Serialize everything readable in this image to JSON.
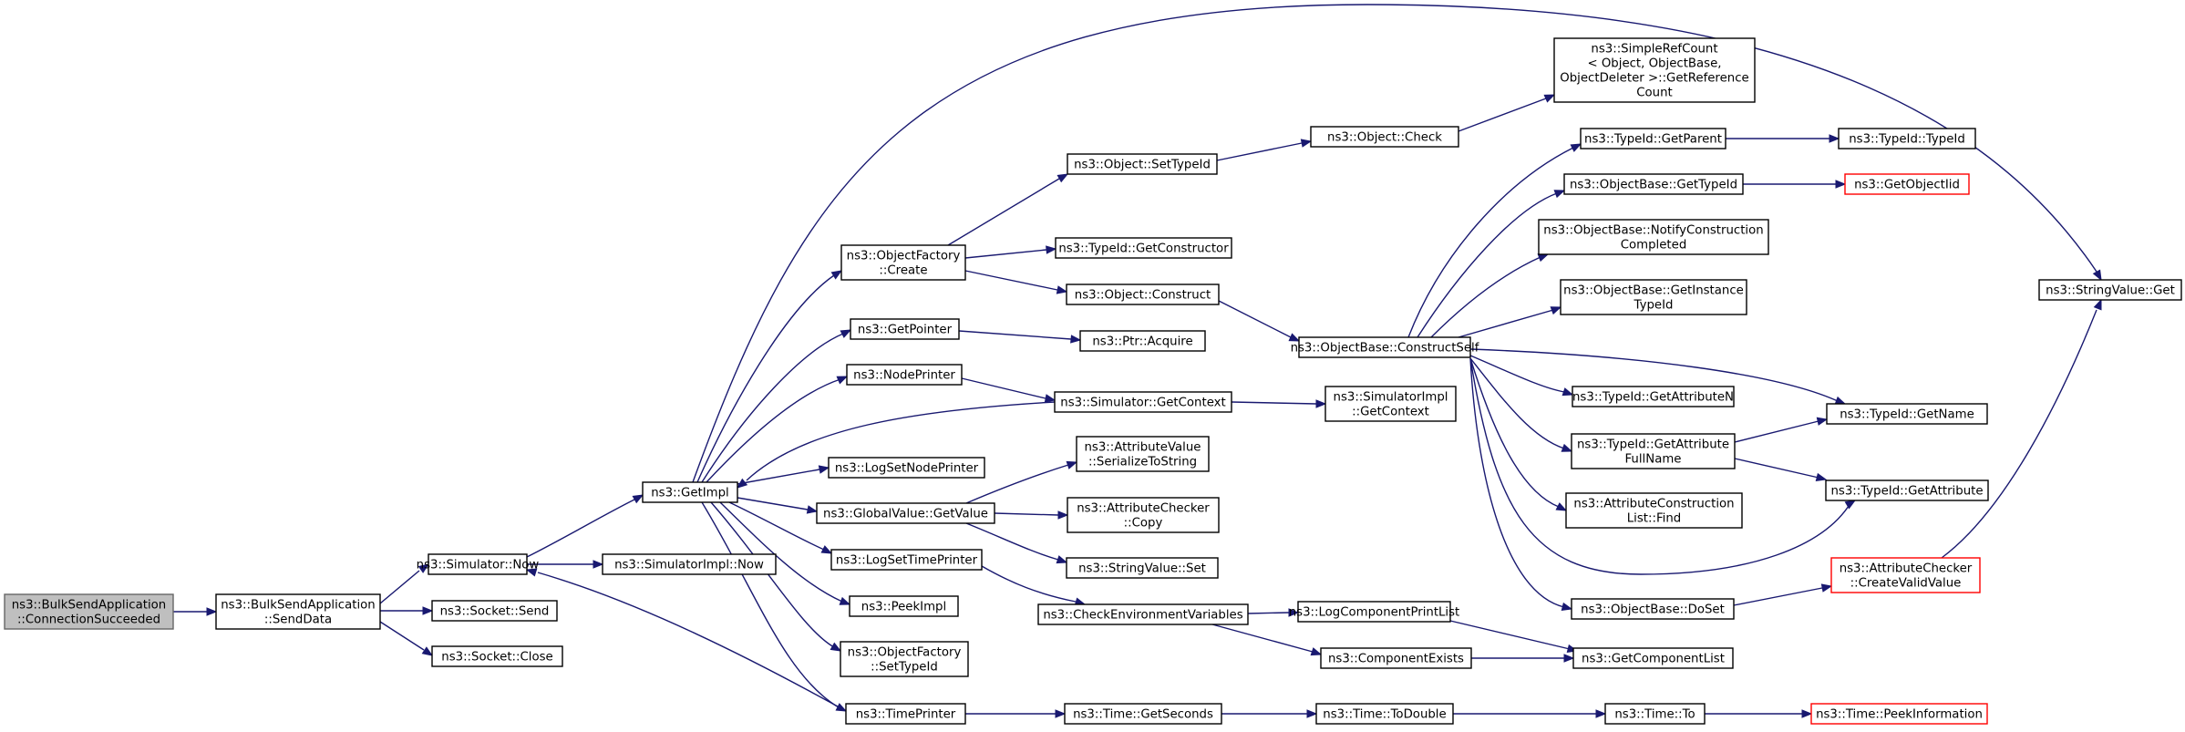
{
  "nodes": {
    "n0": [
      "ns3::BulkSendApplication",
      "::ConnectionSucceeded"
    ],
    "n1": [
      "ns3::BulkSendApplication",
      "::SendData"
    ],
    "n2": [
      "ns3::Simulator::Now"
    ],
    "n3": [
      "ns3::Socket::Send"
    ],
    "n4": [
      "ns3::Socket::Close"
    ],
    "n5": [
      "ns3::GetImpl"
    ],
    "n6": [
      "ns3::SimulatorImpl::Now"
    ],
    "n7": [
      "ns3::ObjectFactory",
      "::Create"
    ],
    "n8": [
      "ns3::GetPointer"
    ],
    "n9": [
      "ns3::NodePrinter"
    ],
    "n10": [
      "ns3::LogSetNodePrinter"
    ],
    "n11": [
      "ns3::GlobalValue::GetValue"
    ],
    "n12": [
      "ns3::LogSetTimePrinter"
    ],
    "n13": [
      "ns3::PeekImpl"
    ],
    "n14": [
      "ns3::ObjectFactory",
      "::SetTypeId"
    ],
    "n15": [
      "ns3::TimePrinter"
    ],
    "n16": [
      "ns3::Object::SetTypeId"
    ],
    "n17": [
      "ns3::TypeId::GetConstructor"
    ],
    "n18": [
      "ns3::Object::Construct"
    ],
    "n19": [
      "ns3::Ptr::Acquire"
    ],
    "n20": [
      "ns3::Simulator::GetContext"
    ],
    "n21": [
      "ns3::AttributeValue",
      "::SerializeToString"
    ],
    "n22": [
      "ns3::AttributeChecker",
      "::Copy"
    ],
    "n23": [
      "ns3::StringValue::Set"
    ],
    "n24": [
      "ns3::CheckEnvironmentVariables"
    ],
    "n25": [
      "ns3::Time::GetSeconds"
    ],
    "n26": [
      "ns3::Object::Check"
    ],
    "n27": [
      "ns3::ObjectBase::ConstructSelf"
    ],
    "n28": [
      "ns3::SimulatorImpl",
      "::GetContext"
    ],
    "n29": [
      "ns3::LogComponentPrintList"
    ],
    "n30": [
      "ns3::ComponentExists"
    ],
    "n31": [
      "ns3::Time::ToDouble"
    ],
    "n32": [
      "ns3::SimpleRefCount",
      "< Object, ObjectBase,",
      "ObjectDeleter >::GetReference",
      "Count"
    ],
    "n33": [
      "ns3::TypeId::GetParent"
    ],
    "n34": [
      "ns3::ObjectBase::GetTypeId"
    ],
    "n35": [
      "ns3::ObjectBase::NotifyConstruction",
      "Completed"
    ],
    "n36": [
      "ns3::ObjectBase::GetInstance",
      "TypeId"
    ],
    "n37": [
      "ns3::TypeId::GetAttributeN"
    ],
    "n38": [
      "ns3::TypeId::GetAttribute",
      "FullName"
    ],
    "n39": [
      "ns3::AttributeConstruction",
      "List::Find"
    ],
    "n40": [
      "ns3::ObjectBase::DoSet"
    ],
    "n41": [
      "ns3::GetComponentList"
    ],
    "n42": [
      "ns3::Time::To"
    ],
    "n43": [
      "ns3::TypeId::TypeId"
    ],
    "n44": [
      "ns3::GetObjectIid"
    ],
    "n45": [
      "ns3::TypeId::GetName"
    ],
    "n46": [
      "ns3::TypeId::GetAttribute"
    ],
    "n47": [
      "ns3::AttributeChecker",
      "::CreateValidValue"
    ],
    "n48": [
      "ns3::Time::PeekInformation"
    ],
    "n49": [
      "ns3::StringValue::Get"
    ]
  },
  "colors": {
    "edge": "#191970",
    "root_fill": "#bfbfbf",
    "truncated_border": "#ff0000"
  }
}
